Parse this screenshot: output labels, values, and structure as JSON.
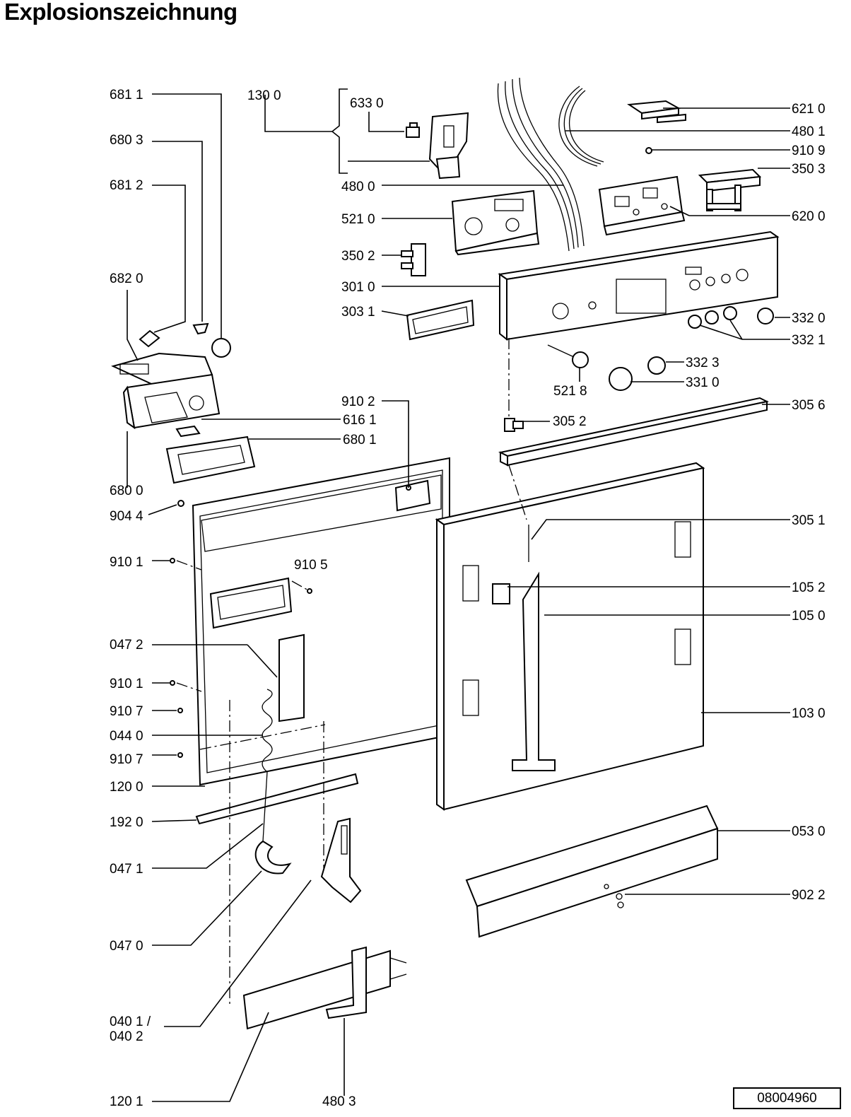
{
  "title": "Explosionszeichnung",
  "document_number": "08004960",
  "labels": {
    "p6811": "681 1",
    "p6803": "680 3",
    "p6812": "681 2",
    "p6820": "682 0",
    "p6161": "616 1",
    "p6801": "680 1",
    "p6800": "680 0",
    "p9044": "904 4",
    "p9101a": "910 1",
    "p9105": "910 5",
    "p0472": "047 2",
    "p9101b": "910 1",
    "p9107a": "910 7",
    "p0440": "044 0",
    "p9107b": "910 7",
    "p1200": "120 0",
    "p1920": "192 0",
    "p0471": "047 1",
    "p0470": "047 0",
    "p0401": "040 1 /",
    "p0402": "040 2",
    "p1201": "120 1",
    "p4803": "480 3",
    "p1300": "130 0",
    "p6330": "633 0",
    "p4800": "480 0",
    "p5210": "521 0",
    "p3502": "350 2",
    "p3010": "301 0",
    "p3031": "303 1",
    "p9102": "910 2",
    "p6210": "621 0",
    "p4801": "480 1",
    "p9109": "910 9",
    "p3503": "350 3",
    "p6200": "620 0",
    "p3320": "332 0",
    "p3321": "332 1",
    "p3323": "332 3",
    "p5218": "521 8",
    "p3310": "331 0",
    "p3056": "305 6",
    "p3052": "305 2",
    "p3051": "305 1",
    "p1052": "105 2",
    "p1050": "105 0",
    "p1030": "103 0",
    "p0530": "053 0",
    "p9022": "902 2"
  }
}
